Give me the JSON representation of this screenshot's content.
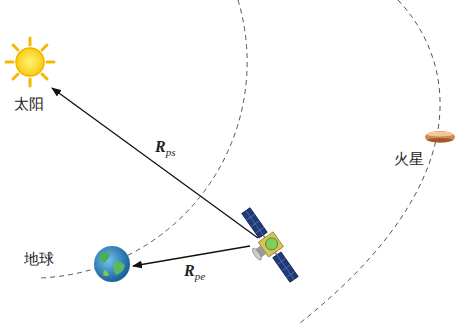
{
  "diagram": {
    "labels": [
      "太阳",
      "Rps",
      "地球",
      "Rpe",
      "火星"
    ]
  }
}
